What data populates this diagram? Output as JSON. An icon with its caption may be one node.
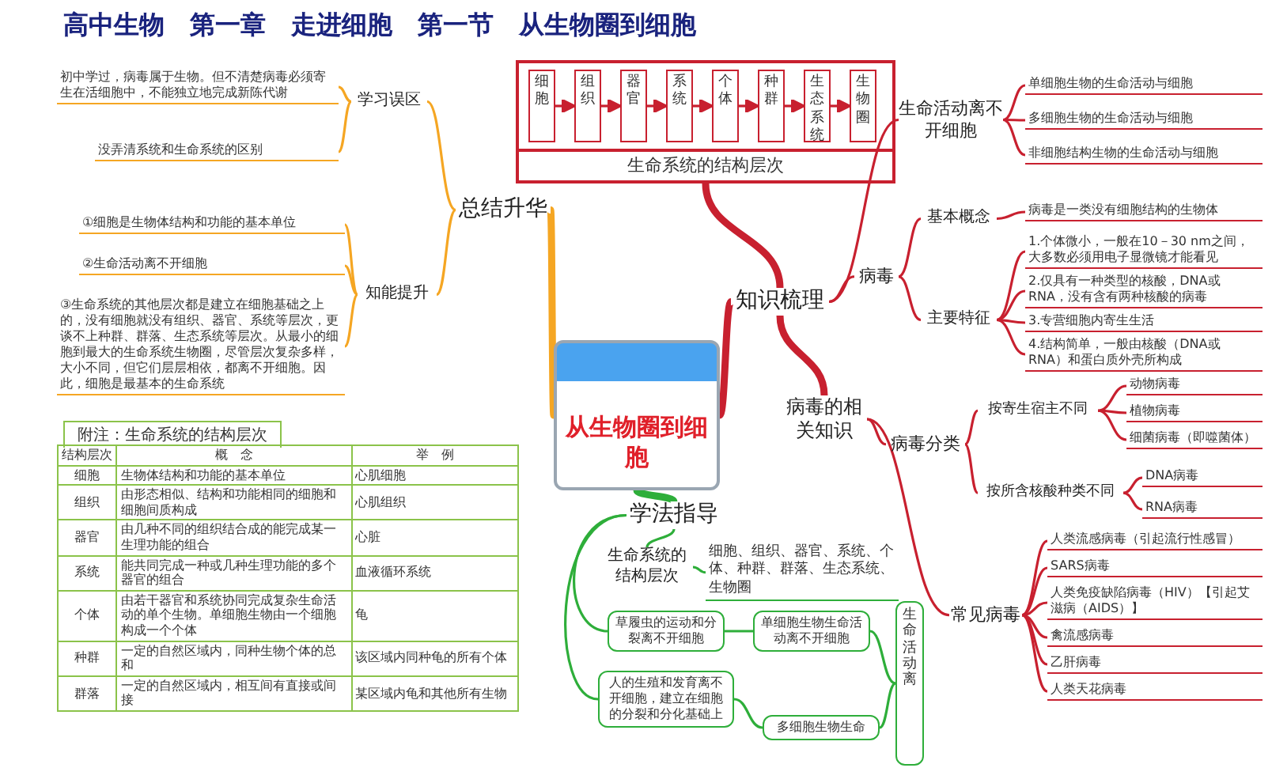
{
  "diagram": {
    "title": "高中生物　第一章　走进细胞　第一节　从生物圈到细胞",
    "nodes": [
      {
        "text": [
          "从生物圈到细胞"
        ]
      },
      {
        "text": [
          "总结升华"
        ]
      },
      {
        "text": [
          "学习误区"
        ]
      },
      {
        "text": [
          "初中学过，病毒属于生物。但不清楚病毒必须寄生在活细胞中，不能独立地完成新陈代谢"
        ]
      },
      {
        "text": [
          "没弄清系统和生命系统的区别"
        ]
      },
      {
        "text": [
          "知能提升"
        ]
      },
      {
        "text": [
          "①细胞是生物体结构和功能的基本单位"
        ]
      },
      {
        "text": [
          "②生命活动离不开细胞"
        ]
      },
      {
        "text": [
          "③生命系统的其他层次都是建立在细胞基础之上的，没有细胞就没有组织、器官、系统等层次，更谈不上种群、群落、生态系统等层次。从最小的细胞到最大的生命系统生物圈，尽管层次复杂多样，大小不同，但它们层层相依，都离不开细胞。因此，细胞是最基本的生命系统"
        ]
      },
      {
        "text": [
          "知识梳理"
        ]
      },
      {
        "text": [
          "生命系统的结构层次"
        ]
      },
      {
        "text": [
          "细胞"
        ],
        "in": 10
      },
      {
        "text": [
          "组织"
        ],
        "in": 10
      },
      {
        "text": [
          "器官"
        ],
        "in": 10
      },
      {
        "text": [
          "系统"
        ],
        "in": 10
      },
      {
        "text": [
          "个体"
        ],
        "in": 10
      },
      {
        "text": [
          "种群"
        ],
        "in": 10
      },
      {
        "text": [
          "生态系统"
        ],
        "in": 10
      },
      {
        "text": [
          "生物圈"
        ],
        "in": 10
      },
      {
        "text": [
          "生命活动离不开细胞"
        ]
      },
      {
        "text": [
          "单细胞生物的生命活动与细胞"
        ]
      },
      {
        "text": [
          "多细胞生物的生命活动与细胞"
        ]
      },
      {
        "text": [
          "非细胞结构生物的生命活动与细胞"
        ]
      },
      {
        "text": [
          "病毒"
        ]
      },
      {
        "text": [
          "基本概念"
        ]
      },
      {
        "text": [
          "病毒是一类没有细胞结构的生物体"
        ]
      },
      {
        "text": [
          "主要特征"
        ]
      },
      {
        "text": [
          "1.个体微小，一般在10－30 nm之间，大多数必须用电子显微镜才能看见"
        ]
      },
      {
        "text": [
          "2.仅具有一种类型的核酸，DNA或RNA，没有含有两种核酸的病毒"
        ]
      },
      {
        "text": [
          "3.专营细胞内寄生生活"
        ]
      },
      {
        "text": [
          "4.结构简单，一般由核酸（DNA或RNA）和蛋白质外壳所构成"
        ]
      },
      {
        "text": [
          "病毒的相关知识"
        ]
      },
      {
        "text": [
          "病毒分类"
        ]
      },
      {
        "text": [
          "按寄生宿主不同"
        ]
      },
      {
        "text": [
          "动物病毒"
        ]
      },
      {
        "text": [
          "植物病毒"
        ]
      },
      {
        "text": [
          "细菌病毒（即噬菌体）"
        ]
      },
      {
        "text": [
          "按所含核酸种类不同"
        ]
      },
      {
        "text": [
          "DNA病毒"
        ]
      },
      {
        "text": [
          "RNA病毒"
        ]
      },
      {
        "text": [
          "常见病毒"
        ]
      },
      {
        "text": [
          "人类流感病毒（引起流行性感冒）"
        ]
      },
      {
        "text": [
          "SARS病毒"
        ]
      },
      {
        "text": [
          "人类免疫缺陷病毒（HIV）【引起艾滋病（AIDS）】"
        ]
      },
      {
        "text": [
          "禽流感病毒"
        ]
      },
      {
        "text": [
          "乙肝病毒"
        ]
      },
      {
        "text": [
          "人类天花病毒"
        ]
      },
      {
        "text": [
          "学法指导"
        ]
      },
      {
        "text": [
          "生命系统的结构层次"
        ]
      },
      {
        "text": [
          "细胞、组织、器官、系统、个体、种群、群落、生态系统、生物圈"
        ]
      },
      {
        "text": [
          "草履虫的运动和分裂离不开细胞"
        ]
      },
      {
        "text": [
          "单细胞生物生命活动离不开细胞"
        ]
      },
      {
        "text": [
          "生命活动离"
        ]
      },
      {
        "text": [
          "人的生殖和发育离不开细胞，建立在细胞的分裂和分化基础上"
        ]
      },
      {
        "text": [
          "多细胞生物生命"
        ]
      }
    ],
    "edges": [
      {
        "from": 0,
        "to": 1,
        "arrow": "none",
        "style": "thick",
        "color": "#f5a623"
      },
      {
        "from": 1,
        "to": 2,
        "arrow": "none",
        "color": "#f5a623"
      },
      {
        "from": 2,
        "to": 3,
        "arrow": "none",
        "color": "#f5a623"
      },
      {
        "from": 2,
        "to": 4,
        "arrow": "none",
        "color": "#f5a623"
      },
      {
        "from": 1,
        "to": 5,
        "arrow": "none",
        "color": "#f5a623"
      },
      {
        "from": 5,
        "to": 6,
        "arrow": "none",
        "color": "#f5a623"
      },
      {
        "from": 5,
        "to": 7,
        "arrow": "none",
        "color": "#f5a623"
      },
      {
        "from": 5,
        "to": 8,
        "arrow": "none",
        "color": "#f5a623"
      },
      {
        "from": 0,
        "to": 9,
        "arrow": "none",
        "style": "thick"
      },
      {
        "from": 9,
        "to": 10,
        "arrow": "none",
        "style": "thick"
      },
      {
        "from": 11,
        "to": 12,
        "arrow": "to"
      },
      {
        "from": 12,
        "to": 13,
        "arrow": "to"
      },
      {
        "from": 13,
        "to": 14,
        "arrow": "to"
      },
      {
        "from": 14,
        "to": 15,
        "arrow": "to"
      },
      {
        "from": 15,
        "to": 16,
        "arrow": "to"
      },
      {
        "from": 16,
        "to": 17,
        "arrow": "to"
      },
      {
        "from": 17,
        "to": 18,
        "arrow": "to"
      },
      {
        "from": 9,
        "to": 19,
        "arrow": "none"
      },
      {
        "from": 19,
        "to": 20,
        "arrow": "none"
      },
      {
        "from": 19,
        "to": 21,
        "arrow": "none"
      },
      {
        "from": 19,
        "to": 22,
        "arrow": "none"
      },
      {
        "from": 9,
        "to": 23,
        "arrow": "none"
      },
      {
        "from": 23,
        "to": 24,
        "arrow": "none"
      },
      {
        "from": 24,
        "to": 25,
        "arrow": "none"
      },
      {
        "from": 23,
        "to": 26,
        "arrow": "none"
      },
      {
        "from": 26,
        "to": 27,
        "arrow": "none"
      },
      {
        "from": 26,
        "to": 28,
        "arrow": "none"
      },
      {
        "from": 26,
        "to": 29,
        "arrow": "none"
      },
      {
        "from": 26,
        "to": 30,
        "arrow": "none"
      },
      {
        "from": 9,
        "to": 31,
        "arrow": "none",
        "style": "thick"
      },
      {
        "from": 31,
        "to": 32,
        "arrow": "none"
      },
      {
        "from": 32,
        "to": 33,
        "arrow": "none"
      },
      {
        "from": 33,
        "to": 34,
        "arrow": "none"
      },
      {
        "from": 33,
        "to": 35,
        "arrow": "none"
      },
      {
        "from": 33,
        "to": 36,
        "arrow": "none"
      },
      {
        "from": 32,
        "to": 37,
        "arrow": "none"
      },
      {
        "from": 37,
        "to": 38,
        "arrow": "none"
      },
      {
        "from": 37,
        "to": 39,
        "arrow": "none"
      },
      {
        "from": 31,
        "to": 40,
        "arrow": "none"
      },
      {
        "from": 40,
        "to": 41,
        "arrow": "none"
      },
      {
        "from": 40,
        "to": 42,
        "arrow": "none"
      },
      {
        "from": 40,
        "to": 43,
        "arrow": "none"
      },
      {
        "from": 40,
        "to": 44,
        "arrow": "none"
      },
      {
        "from": 40,
        "to": 45,
        "arrow": "none"
      },
      {
        "from": 40,
        "to": 46,
        "arrow": "none"
      },
      {
        "from": 0,
        "to": 47,
        "arrow": "none",
        "style": "thick",
        "color": "#2eae3a"
      },
      {
        "from": 47,
        "to": 48,
        "arrow": "none",
        "color": "#2eae3a"
      },
      {
        "from": 48,
        "to": 49,
        "arrow": "none",
        "color": "#2eae3a"
      },
      {
        "from": 47,
        "to": 50,
        "arrow": "none",
        "color": "#2eae3a"
      },
      {
        "from": 50,
        "to": 51,
        "arrow": "none",
        "color": "#2eae3a"
      },
      {
        "from": 51,
        "to": 52,
        "arrow": "none",
        "color": "#2eae3a"
      },
      {
        "from": 47,
        "to": 53,
        "arrow": "none",
        "color": "#2eae3a"
      },
      {
        "from": 53,
        "to": 54,
        "arrow": "none",
        "color": "#2eae3a"
      },
      {
        "from": 54,
        "to": 52,
        "arrow": "none",
        "color": "#2eae3a"
      }
    ],
    "labels": [
      "附注：生命系统的结构层次",
      "结构层次",
      "概　念",
      "举　例",
      "细胞",
      "生物体结构和功能的基本单位",
      "心肌细胞",
      "组织",
      "由形态相似、结构和功能相同的细胞和细胞间质构成",
      "心肌组织",
      "器官",
      "由几种不同的组织结合成的能完成某一生理功能的组合",
      "心脏",
      "系统",
      "能共同完成一种或几种生理功能的多个器官的组合",
      "血液循环系统",
      "个体",
      "由若干器官和系统协同完成复杂生命活动的单个生物。单细胞生物由一个细胞构成一个个体",
      "龟",
      "种群",
      "一定的自然区域内，同种生物个体的总和",
      "该区域内同种龟的所有个体",
      "群落",
      "一定的自然区域内，相互间有直接或间接",
      "某区域内龟和其他所有生物"
    ]
  }
}
